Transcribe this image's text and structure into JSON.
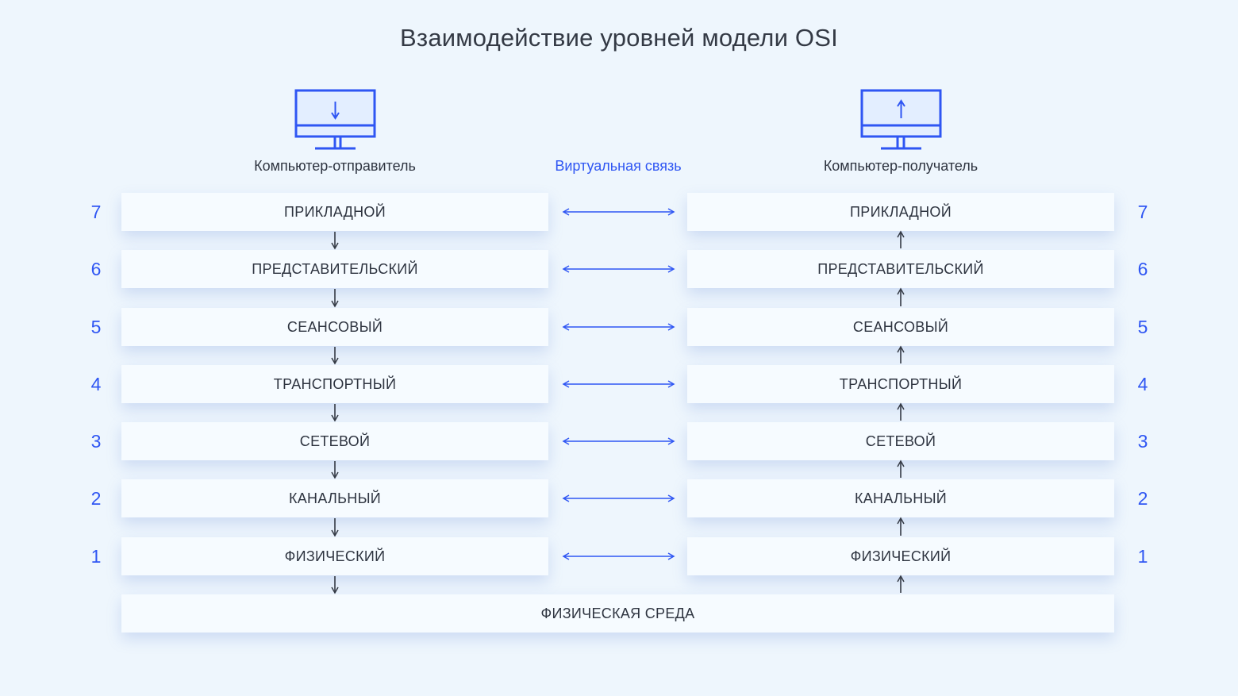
{
  "title": "Взаимодействие уровней модели OSI",
  "sender": {
    "label": "Компьютер-отправитель",
    "icon": "monitor-down-arrow-icon"
  },
  "receiver": {
    "label": "Компьютер-получатель",
    "icon": "monitor-up-arrow-icon"
  },
  "virtual_link": {
    "label": "Виртуальная связь"
  },
  "layers": [
    {
      "number": "7",
      "name": "ПРИКЛАДНОЙ"
    },
    {
      "number": "6",
      "name": "ПРЕДСТАВИТЕЛЬСКИЙ"
    },
    {
      "number": "5",
      "name": "СЕАНСОВЫЙ"
    },
    {
      "number": "4",
      "name": "ТРАНСПОРТНЫЙ"
    },
    {
      "number": "3",
      "name": "СЕТЕВОЙ"
    },
    {
      "number": "2",
      "name": "КАНАЛЬНЫЙ"
    },
    {
      "number": "1",
      "name": "ФИЗИЧЕСКИЙ"
    }
  ],
  "medium": {
    "label": "ФИЗИЧЕСКАЯ СРЕДА"
  },
  "colors": {
    "accent": "#2f56f3",
    "text": "#2e3440",
    "background": "#eef6fd",
    "box": "#f6fbff"
  }
}
